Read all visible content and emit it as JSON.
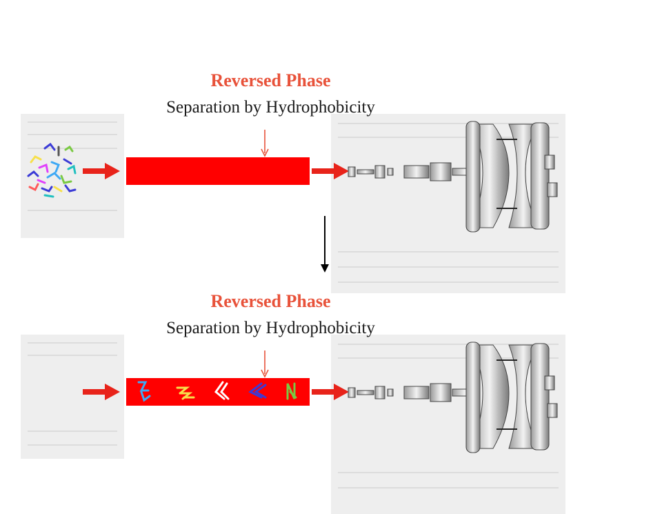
{
  "panels": [
    {
      "title": "Reversed Phase",
      "subtitle": "Separation by Hydrophobicity",
      "state": "mixture-entering"
    },
    {
      "title": "Reversed Phase",
      "subtitle": "Separation by Hydrophobicity",
      "state": "separated-bands"
    }
  ],
  "colors": {
    "title": "#e8523a",
    "column": "#ff0000",
    "arrow": "#e8231a",
    "pointer": "#e8523a",
    "flow_arrow": "#000000",
    "peptides": [
      "#3fa9f5",
      "#f7e04b",
      "#ffffff",
      "#3b3bd6",
      "#7ac943",
      "#e040fb",
      "#21c0c0",
      "#ff5a5a"
    ]
  },
  "icons": {
    "mixture": "peptide-mixture-icon",
    "instrument": "mass-spectrometer-icon"
  }
}
